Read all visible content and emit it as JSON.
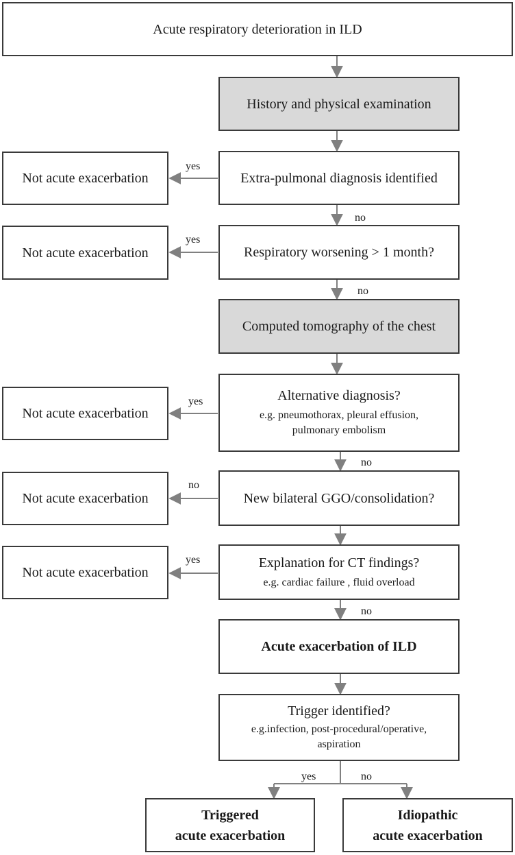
{
  "flow": {
    "start": "Acute respiratory deterioration in ILD",
    "history": "History and physical examination",
    "extra_pulmonal": "Extra-pulmonal diagnosis identified",
    "worsening": "Respiratory worsening > 1 month?",
    "ct": "Computed tomography of the chest",
    "alternative": {
      "title": "Alternative diagnosis?",
      "examples": "e.g. pneumothorax, pleural effusion, pulmonary embolism"
    },
    "new_bilateral": "New bilateral GGO/consolidation?",
    "explanation": {
      "title": "Explanation for CT findings?",
      "examples": "e.g. cardiac failure , fluid overload"
    },
    "acute_exacerbation": "Acute exacerbation of ILD",
    "trigger": {
      "title": "Trigger identified?",
      "examples": "e.g.infection, post-procedural/operative, aspiration"
    },
    "triggered": {
      "line1": "Triggered",
      "line2": "acute exacerbation"
    },
    "idiopathic": {
      "line1": "Idiopathic",
      "line2": "acute exacerbation"
    }
  },
  "side_outcomes": [
    "Not acute exacerbation",
    "Not acute exacerbation",
    "Not acute exacerbation",
    "Not acute exacerbation",
    "Not acute exacerbation"
  ],
  "labels": {
    "yes": "yes",
    "no": "no"
  },
  "colors": {
    "border": "#3a3a3a",
    "shaded": "#d9d9d9",
    "arrow": "#808080"
  }
}
